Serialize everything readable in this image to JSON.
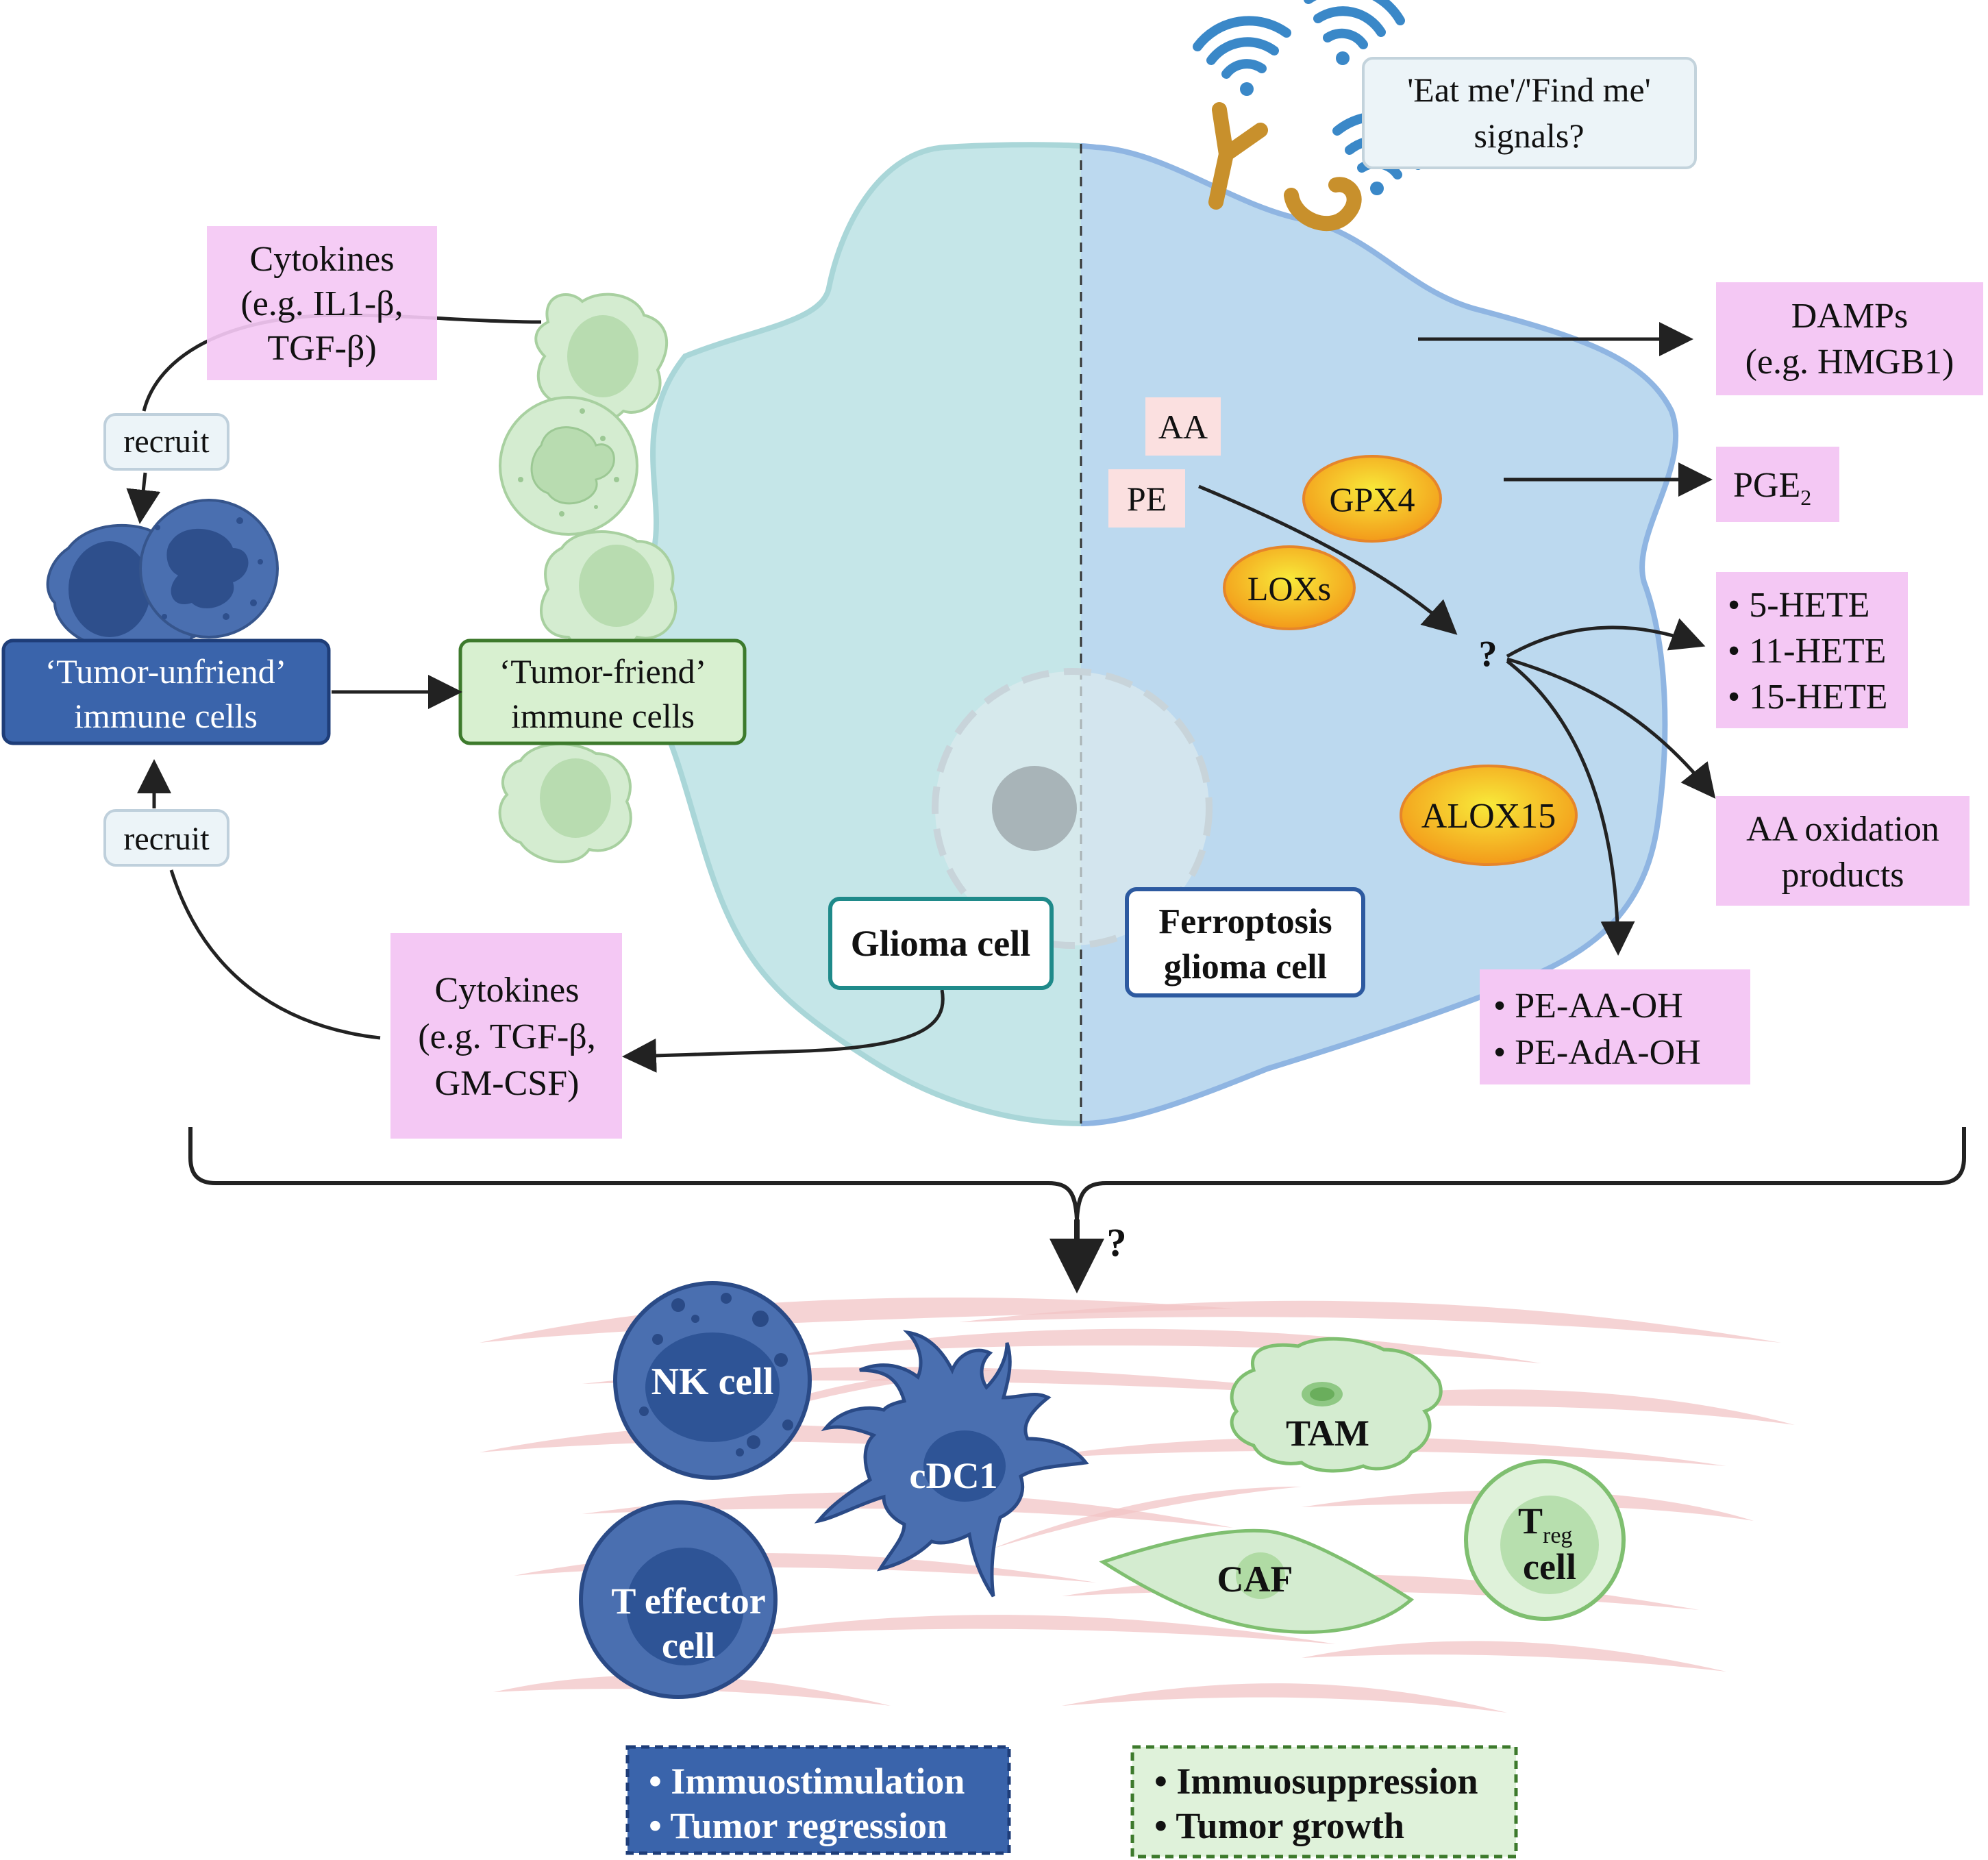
{
  "labels": {
    "cytokines_top": [
      "Cytokines",
      "(e.g. IL1-β,",
      "TGF-β)"
    ],
    "cytokines_bottom": [
      "Cytokines",
      "(e.g. TGF-β,",
      "GM-CSF)"
    ],
    "recruit_top": "recruit",
    "recruit_bottom": "recruit",
    "tumor_unfriend": [
      "‘Tumor-unfriend’",
      "immune cells"
    ],
    "tumor_friend": [
      "‘Tumor-friend’",
      "immune cells"
    ],
    "eat_me": [
      "'Eat me'/'Find me'",
      "signals?"
    ],
    "damps": [
      "DAMPs",
      "(e.g. HMGB1)"
    ],
    "pge2_main": "PGE",
    "pge2_sub": "2",
    "hete": [
      "• 5-HETE",
      "• 11-HETE",
      "• 15-HETE"
    ],
    "aa_oxidation": [
      "AA oxidation",
      "products"
    ],
    "pe_aa_oh": [
      "• PE-AA-OH",
      "• PE-AdA-OH"
    ],
    "aa": "AA",
    "pe": "PE",
    "gpx4": "GPX4",
    "loxs": "LOXs",
    "alox15": "ALOX15",
    "question_inside": "?",
    "glioma_cell": "Glioma cell",
    "ferroptosis": [
      "Ferroptosis",
      "glioma cell"
    ],
    "question_bottom": "?",
    "nk_cell": "NK cell",
    "cdc1": "cDC1",
    "t_effector": [
      "T effector",
      "cell"
    ],
    "tam": "TAM",
    "caf": "CAF",
    "treg_main": "T",
    "treg_sub": "reg",
    "treg_cell": "cell",
    "immunostim": [
      "• Immuostimulation",
      "• Tumor regression"
    ],
    "immunosupp": [
      "• Immuosuppression",
      "• Tumor growth"
    ]
  },
  "colors": {
    "pink_box": "#f4c8f4",
    "light_pink": "#fbe0e0",
    "glioma_fill": "#c5e6e8",
    "ferro_fill": "#bcd9ef",
    "blue_cell": "#4a6fb0",
    "green_cell": "#d8f0d0",
    "enzyme_orange": "#f4a020",
    "enzyme_yellow": "#f6e32a"
  }
}
